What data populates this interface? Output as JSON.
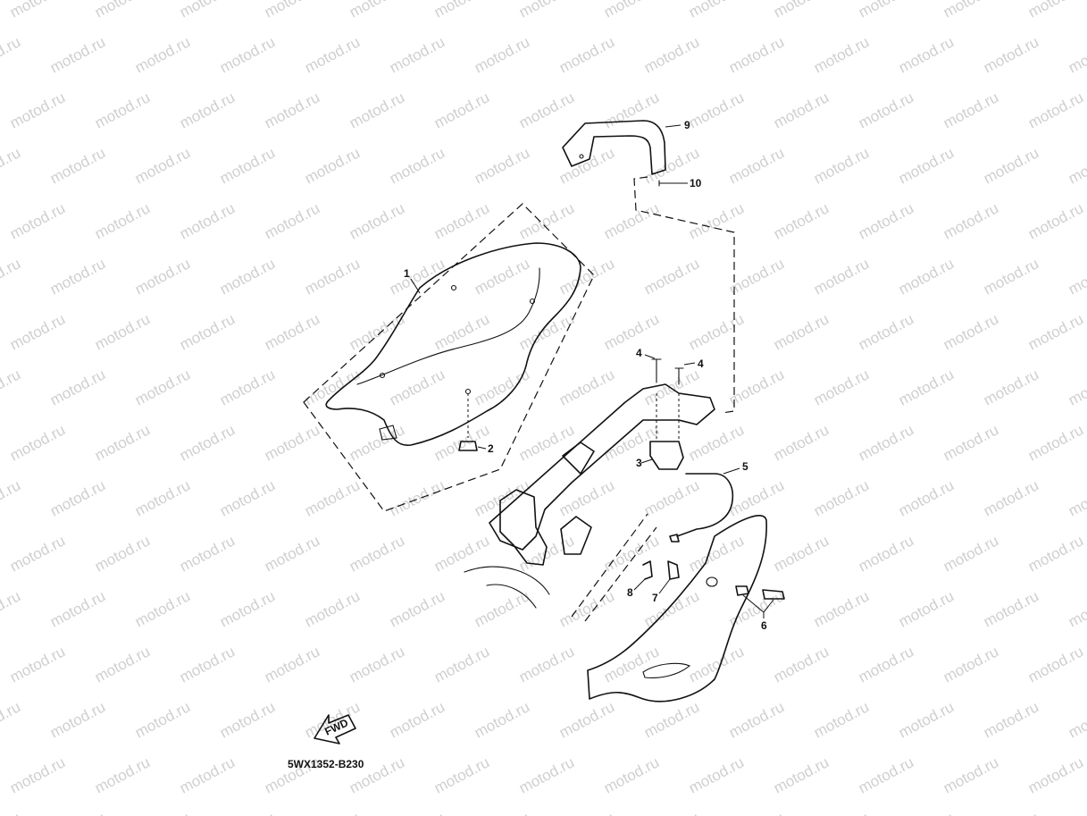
{
  "watermark": "motod.ru",
  "diagram_code": "5WX1352-B230",
  "fwd_label": "FWD",
  "callouts": [
    "1",
    "2",
    "3",
    "4",
    "4",
    "5",
    "6",
    "7",
    "8",
    "9",
    "10"
  ]
}
